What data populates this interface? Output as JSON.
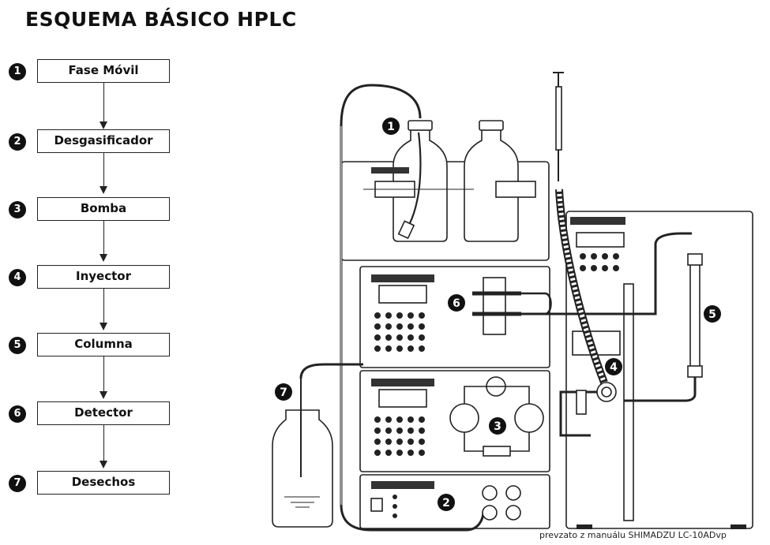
{
  "title": "ESQUEMA BÁSICO HPLC",
  "steps": [
    {
      "num": "1",
      "label": "Fase Móvil"
    },
    {
      "num": "2",
      "label": "Desgasificador"
    },
    {
      "num": "3",
      "label": "Bomba"
    },
    {
      "num": "4",
      "label": "Inyector"
    },
    {
      "num": "5",
      "label": "Columna"
    },
    {
      "num": "6",
      "label": "Detector"
    },
    {
      "num": "7",
      "label": "Desechos"
    }
  ],
  "illustration": {
    "markers": [
      "1",
      "2",
      "3",
      "4",
      "5",
      "6",
      "7"
    ]
  },
  "caption": "prevzato z manuálu SHIMADZU LC-10ADvp"
}
